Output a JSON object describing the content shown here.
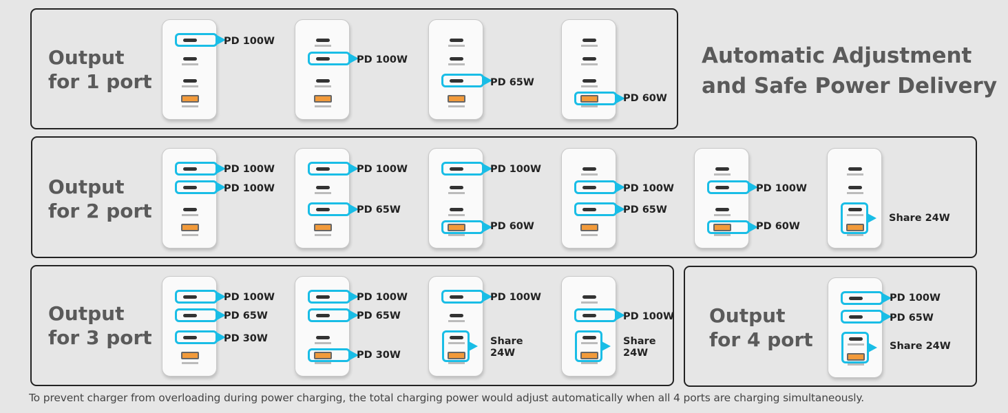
{
  "headline": "Automatic Adjustment\nand Safe Power Delivery",
  "accent_color": "#19bde6",
  "panels": [
    {
      "title": "Output\nfor 1 port",
      "configs": [
        {
          "labels": [
            "PD 100W"
          ]
        },
        {
          "labels": [
            "PD 100W"
          ]
        },
        {
          "labels": [
            "PD 65W"
          ]
        },
        {
          "labels": [
            "PD 60W"
          ]
        }
      ]
    },
    {
      "title": "Output\nfor 2 port",
      "configs": [
        {
          "labels": [
            "PD 100W",
            "PD 100W"
          ]
        },
        {
          "labels": [
            "PD 100W",
            "PD 65W"
          ]
        },
        {
          "labels": [
            "PD 100W",
            "PD 60W"
          ]
        },
        {
          "labels": [
            "PD 100W",
            "PD 65W"
          ]
        },
        {
          "labels": [
            "PD 100W",
            "PD 60W"
          ]
        },
        {
          "labels": [
            "Share 24W"
          ]
        }
      ]
    },
    {
      "title": "Output\nfor 3 port",
      "configs": [
        {
          "labels": [
            "PD 100W",
            "PD 65W",
            "PD 30W"
          ]
        },
        {
          "labels": [
            "PD 100W",
            "PD 65W",
            "PD 30W"
          ]
        },
        {
          "labels": [
            "PD 100W",
            "Share\n24W"
          ]
        },
        {
          "labels": [
            "PD 100W",
            "Share\n24W"
          ]
        }
      ]
    },
    {
      "title": "Output\nfor 4 port",
      "configs": [
        {
          "labels": [
            "PD 100W",
            "PD 65W",
            "Share 24W"
          ]
        }
      ]
    }
  ],
  "footer": "To prevent charger from overloading during power charging, the total charging power would adjust automatically when all 4 ports are charging simultaneously."
}
